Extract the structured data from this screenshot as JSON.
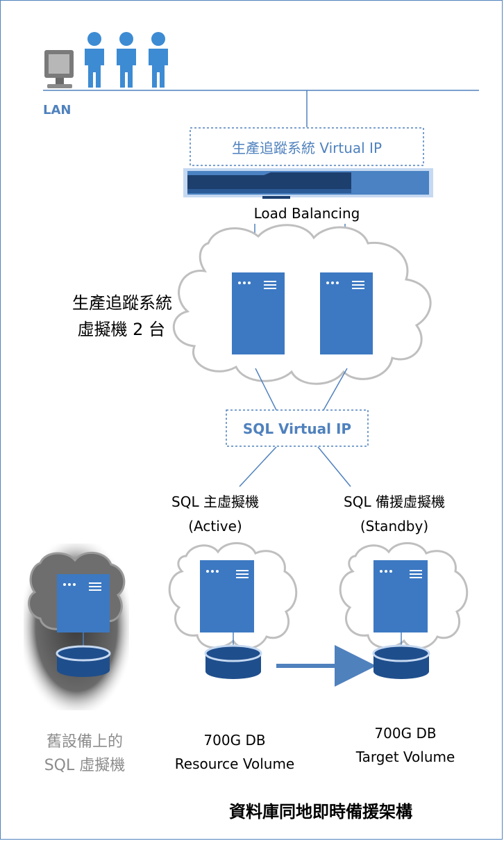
{
  "network": {
    "lan_label": "LAN"
  },
  "load_balancer": {
    "vip_label": "生產追蹤系統 Virtual IP",
    "label": "Load Balancing"
  },
  "app_cluster": {
    "label_line1": "生產追蹤系統",
    "label_line2": "虛擬機 2 台"
  },
  "sql_cluster": {
    "vip_label": "SQL Virtual IP",
    "primary": {
      "title": "SQL 主虛擬機",
      "role": "(Active)"
    },
    "standby": {
      "title": "SQL 備援虛擬機",
      "role": "(Standby)"
    }
  },
  "storage": {
    "primary_db": {
      "line1": "700G DB",
      "line2": "Resource Volume"
    },
    "standby_db": {
      "line1": "700G DB",
      "line2": "Target Volume"
    }
  },
  "legacy": {
    "line1": "舊設備上的",
    "line2": "SQL 虛擬機"
  },
  "caption": "資料庫同地即時備援架構",
  "colors": {
    "accent": "#4f81bd",
    "server_fill": "#3d79c2",
    "db_fill": "#1f4e8c",
    "legacy_text": "#8c8c8c"
  }
}
